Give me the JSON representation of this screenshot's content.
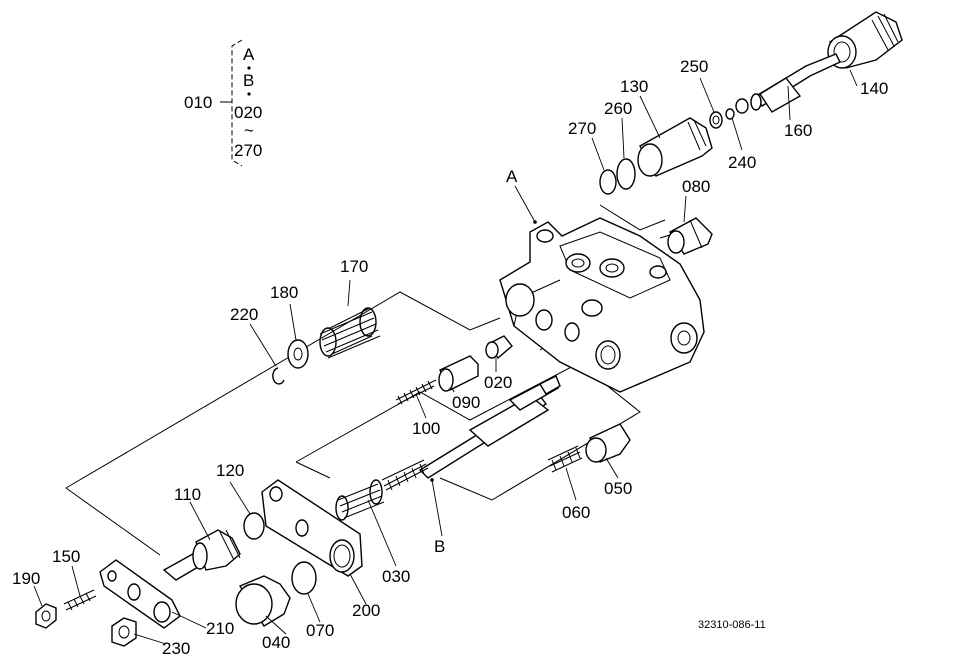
{
  "assembly": {
    "main_number": "010",
    "items": [
      "A",
      "B",
      "020",
      "~",
      "270"
    ]
  },
  "labels": {
    "p010": "010",
    "p020": "020",
    "p030": "030",
    "p040": "040",
    "p050": "050",
    "p060": "060",
    "p070": "070",
    "p080": "080",
    "p090": "090",
    "p100": "100",
    "p110": "110",
    "p120": "120",
    "p130": "130",
    "p140": "140",
    "p150": "150",
    "p160": "160",
    "p170": "170",
    "p180": "180",
    "p190": "190",
    "p200": "200",
    "p210": "210",
    "p220": "220",
    "p230": "230",
    "p240": "240",
    "p250": "250",
    "p260": "260",
    "p270": "270",
    "ref_a": "A",
    "ref_b": "B"
  },
  "drawing_number": "32310-086-11",
  "colors": {
    "line": "#000000",
    "background": "#ffffff"
  }
}
